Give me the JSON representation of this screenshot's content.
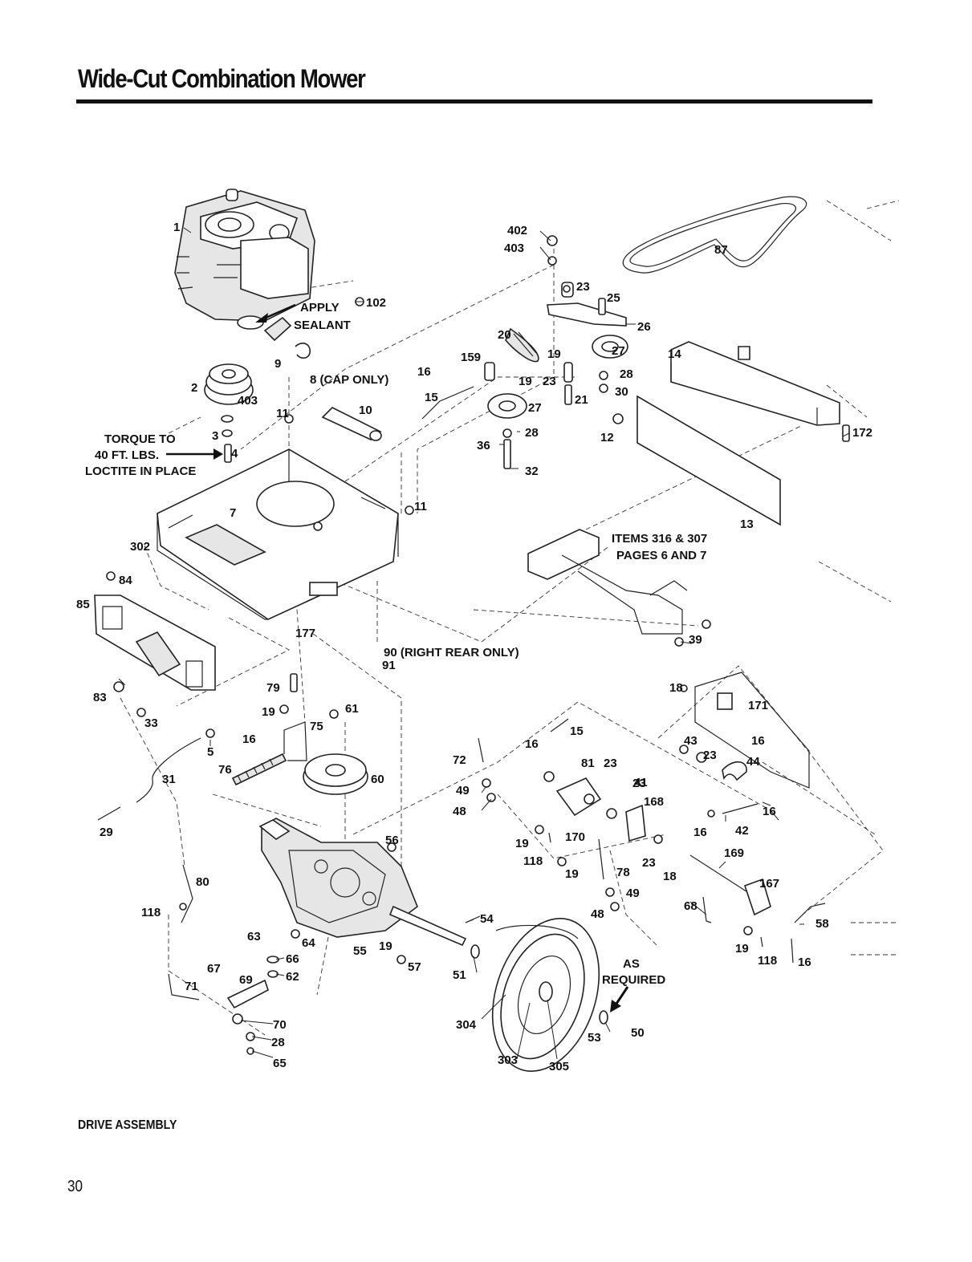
{
  "page": {
    "title": "Wide-Cut Combination Mower",
    "caption": "DRIVE ASSEMBLY",
    "page_number": "30"
  },
  "notes": {
    "apply_sealant_1": "APPLY",
    "apply_sealant_2": "SEALANT",
    "cap_only": "8 (CAP ONLY)",
    "torque_1": "TORQUE TO",
    "torque_2": "40 FT. LBS.",
    "torque_3": "LOCTITE IN PLACE",
    "items_ref_1": "ITEMS 316 & 307",
    "items_ref_2": "PAGES 6 AND 7",
    "right_rear": "90 (RIGHT REAR ONLY)",
    "as_required_1": "AS",
    "as_required_2": "REQUIRED"
  },
  "labels": [
    "1",
    "102",
    "9",
    "2",
    "403",
    "3",
    "4",
    "11",
    "10",
    "302",
    "7",
    "11",
    "84",
    "85",
    "177",
    "91",
    "79",
    "19",
    "61",
    "83",
    "33",
    "5",
    "16",
    "75",
    "76",
    "60",
    "31",
    "29",
    "80",
    "118",
    "63",
    "64",
    "66",
    "62",
    "67",
    "69",
    "71",
    "70",
    "28",
    "65",
    "56",
    "55",
    "19",
    "57",
    "54",
    "402",
    "403",
    "23",
    "25",
    "26",
    "20",
    "159",
    "16",
    "19",
    "19",
    "23",
    "27",
    "28",
    "30",
    "21",
    "15",
    "27",
    "28",
    "36",
    "32",
    "87",
    "14",
    "12",
    "13",
    "172",
    "39",
    "18",
    "171",
    "43",
    "23",
    "16",
    "44",
    "72",
    "16",
    "15",
    "81",
    "23",
    "41",
    "23",
    "168",
    "49",
    "48",
    "16",
    "42",
    "16",
    "19",
    "170",
    "118",
    "19",
    "78",
    "23",
    "18",
    "49",
    "48",
    "169",
    "167",
    "68",
    "58",
    "19",
    "118",
    "16",
    "51",
    "304",
    "303",
    "305",
    "53",
    "50"
  ]
}
